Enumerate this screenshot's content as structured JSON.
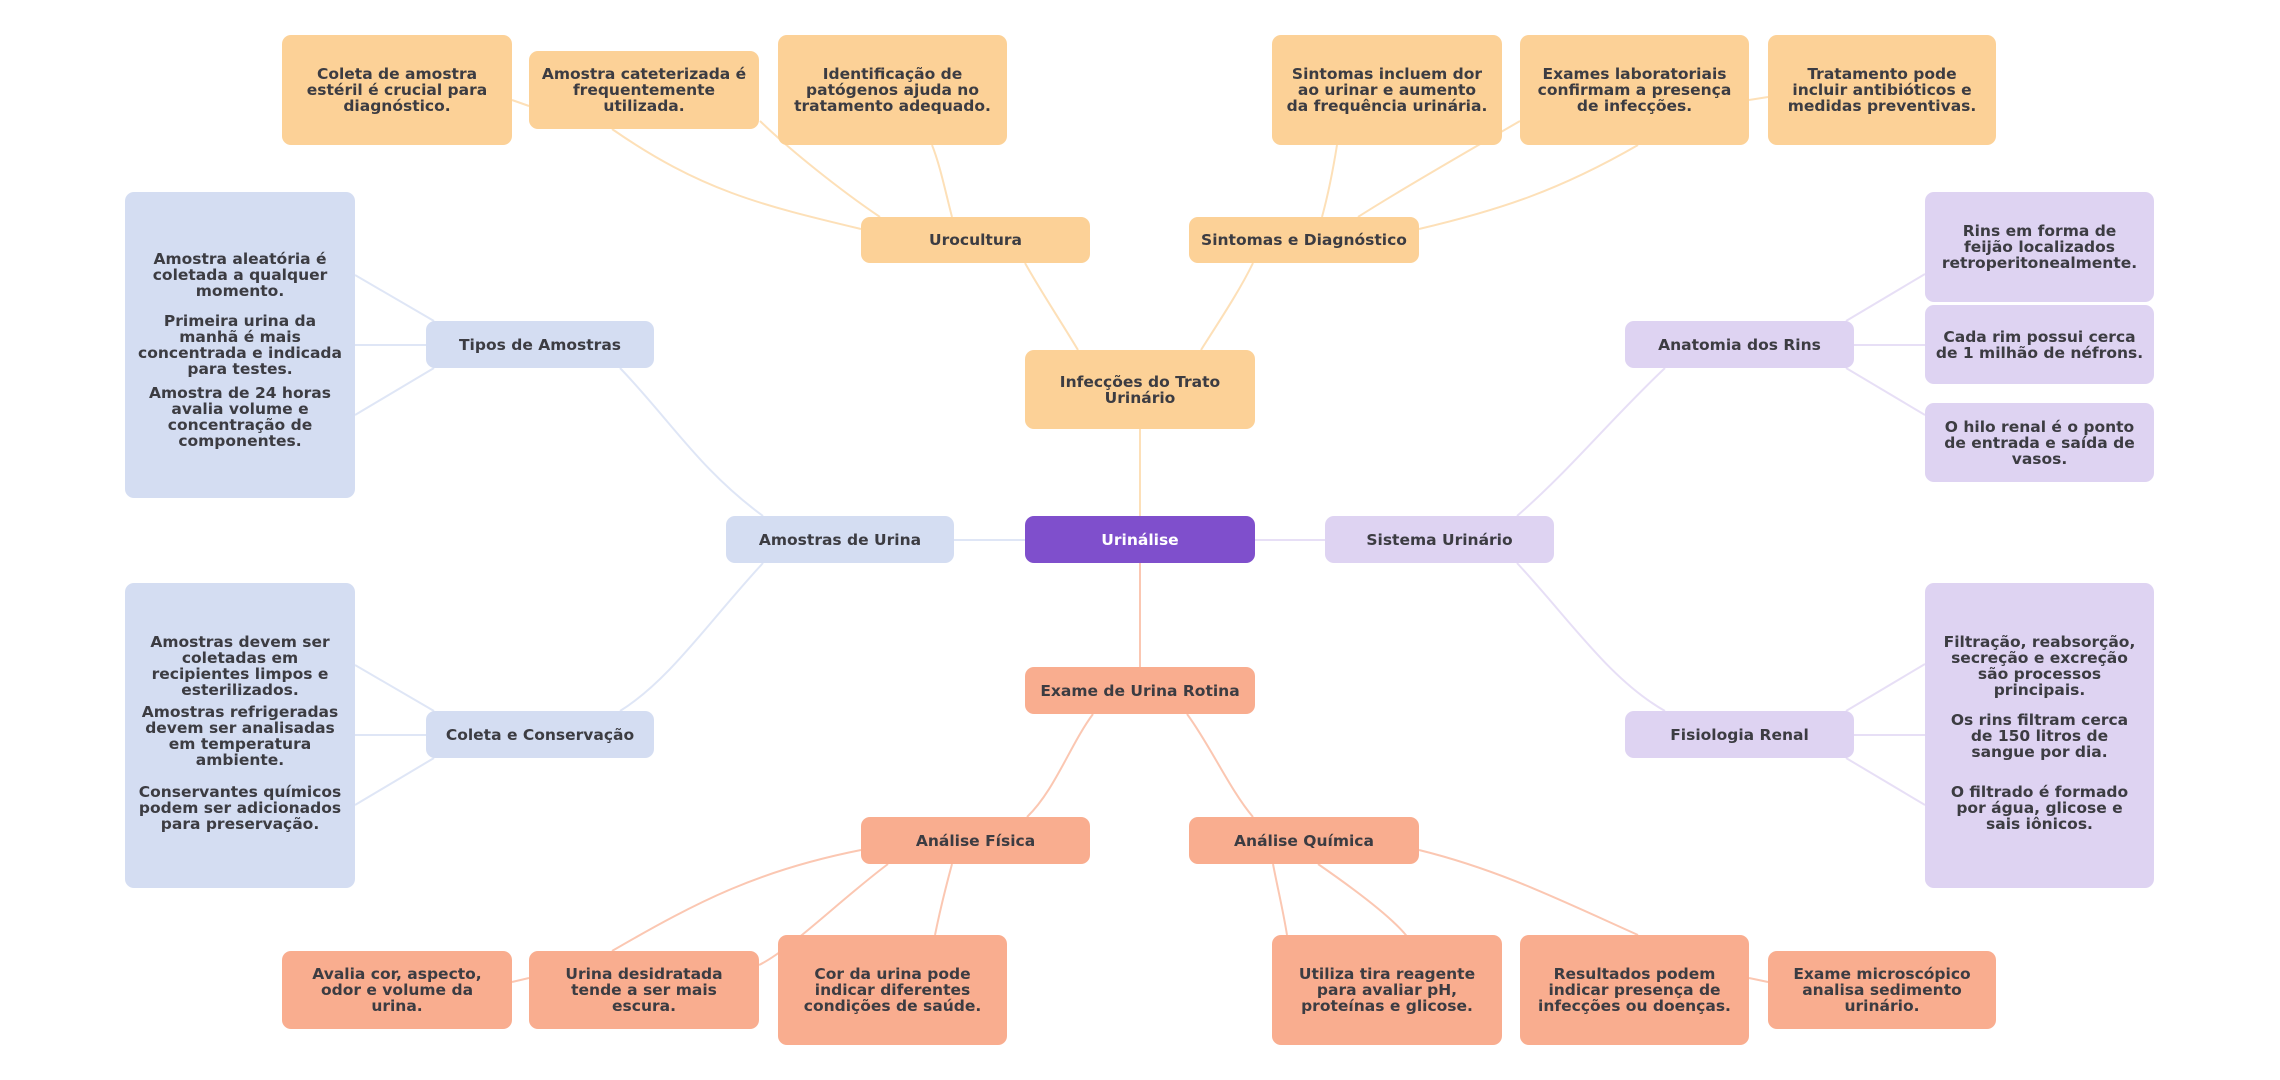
{
  "title": "Urinálise",
  "colors": {
    "root": "#7F4FCC",
    "infeccoes_branch": "#FCD197",
    "exame_branch": "#F9AD8F",
    "amostras_branch": "#D4DDF2",
    "sistema_branch": "#DED3F2",
    "text": "#3C3C42"
  },
  "root": {
    "label": "Urinálise"
  },
  "branches": {
    "infeccoes": {
      "label": "Infecções do Trato Urinário",
      "urocultura": {
        "label": "Urocultura",
        "leaves": [
          "Coleta de amostra estéril é crucial para diagnóstico.",
          "Amostra cateterizada é frequentemente utilizada.",
          "Identificação de patógenos ajuda no tratamento adequado."
        ]
      },
      "sintomas": {
        "label": "Sintomas e Diagnóstico",
        "leaves": [
          "Sintomas incluem dor ao urinar e aumento da frequência urinária.",
          "Exames laboratoriais confirmam a presença de infecções.",
          "Tratamento pode incluir antibióticos e medidas preventivas."
        ]
      }
    },
    "exame": {
      "label": "Exame de Urina Rotina",
      "fisica": {
        "label": "Análise Física",
        "leaves": [
          "Avalia cor, aspecto, odor e volume da urina.",
          "Urina desidratada tende a ser mais escura.",
          "Cor da urina pode indicar diferentes condições de saúde."
        ]
      },
      "quimica": {
        "label": "Análise Química",
        "leaves": [
          "Utiliza tira reagente para avaliar pH, proteínas e glicose.",
          "Resultados podem indicar presença de infecções ou doenças.",
          "Exame microscópico analisa sedimento urinário."
        ]
      }
    },
    "amostras": {
      "label": "Amostras de Urina",
      "tipos": {
        "label": "Tipos de Amostras",
        "leaves": [
          "Amostra aleatória é coletada a qualquer momento.",
          "Primeira urina da manhã é mais concentrada e indicada para testes.",
          "Amostra de 24 horas avalia volume e concentração de componentes."
        ]
      },
      "coleta": {
        "label": "Coleta e Conservação",
        "leaves": [
          "Amostras devem ser coletadas em recipientes limpos e esterilizados.",
          "Amostras refrigeradas devem ser analisadas em temperatura ambiente.",
          "Conservantes químicos podem ser adicionados para preservação."
        ]
      }
    },
    "sistema": {
      "label": "Sistema Urinário",
      "anatomia": {
        "label": "Anatomia dos Rins",
        "leaves": [
          "Rins em forma de feijão localizados retroperitonealmente.",
          "Cada rim possui cerca de 1 milhão de néfrons.",
          "O hilo renal é o ponto de entrada e saída de vasos."
        ]
      },
      "fisiologia": {
        "label": "Fisiologia Renal",
        "leaves": [
          "Filtração, reabsorção, secreção e excreção são processos principais.",
          "Os rins filtram cerca de 150 litros de sangue por dia.",
          "O filtrado é formado por água, glicose e sais iônicos."
        ]
      }
    }
  }
}
